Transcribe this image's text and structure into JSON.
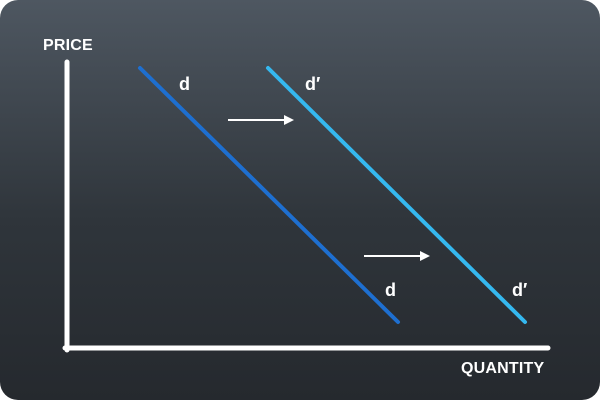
{
  "diagram": {
    "y_axis_label": "PRICE",
    "x_axis_label": "QUANTITY",
    "curves": [
      {
        "label_top": "d",
        "label_bottom": "d",
        "color": "#1e6fd0"
      },
      {
        "label_top": "d′",
        "label_bottom": "d′",
        "color": "#35b8ef"
      }
    ],
    "shift_arrows": [
      {
        "direction": "right"
      },
      {
        "direction": "right"
      }
    ],
    "colors": {
      "background_top": "#4e5761",
      "background_bottom": "#25292e",
      "axis": "#ffffff",
      "arrow": "#ffffff",
      "text": "#ffffff"
    }
  }
}
